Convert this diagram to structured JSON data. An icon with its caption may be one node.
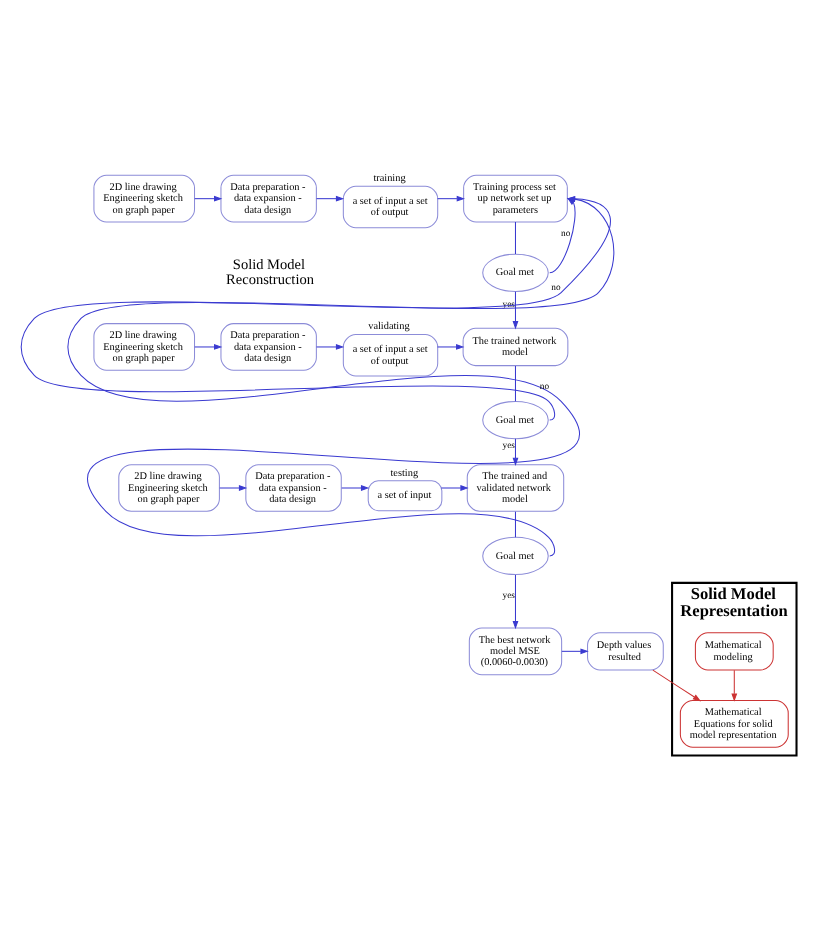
{
  "diagram": {
    "nodes": [
      {
        "text": [
          "2D line drawing Engineering sketch on graph paper"
        ]
      },
      {
        "text": [
          "Data preparation - data expansion - data design"
        ]
      },
      {
        "text": [
          "a set of input a set of output"
        ],
        "beside": [
          "training"
        ]
      },
      {
        "text": [
          "Training process set up network set up parameters"
        ]
      },
      {
        "text": [
          "Goal met"
        ]
      },
      {
        "text": [
          "2D line drawing Engineering sketch on graph paper"
        ]
      },
      {
        "text": [
          "Data preparation - data expansion - data design"
        ]
      },
      {
        "text": [
          "a set of input a set of output"
        ],
        "beside": [
          "validating"
        ]
      },
      {
        "text": [
          "The trained network model"
        ]
      },
      {
        "text": [
          "Goal met"
        ]
      },
      {
        "text": [
          "2D line drawing Engineering sketch on graph paper"
        ]
      },
      {
        "text": [
          "Data preparation - data expansion - data design"
        ]
      },
      {
        "text": [
          "a set of input"
        ],
        "beside": [
          "testing"
        ]
      },
      {
        "text": [
          "The trained and validated network model"
        ]
      },
      {
        "text": [
          "Goal met"
        ]
      },
      {
        "text": [
          "The best network model MSE (0.0060-0.0030)"
        ]
      },
      {
        "text": [
          "Depth values resulted"
        ]
      },
      {
        "text": [
          "Solid Model Representation"
        ]
      },
      {
        "text": [
          "Mathematical modeling"
        ],
        "in": 17
      },
      {
        "text": [
          "Mathematical Equations for solid model representation"
        ],
        "in": 17
      }
    ],
    "edges": [
      {
        "from": 0,
        "to": 1,
        "arrow": "to"
      },
      {
        "from": 1,
        "to": 2,
        "arrow": "to"
      },
      {
        "from": 2,
        "to": 3,
        "arrow": "to"
      },
      {
        "from": 3,
        "to": 4,
        "arrow": "none"
      },
      {
        "from": 4,
        "to": 3,
        "arrow": "to",
        "label": "no"
      },
      {
        "from": 4,
        "to": 8,
        "arrow": "to",
        "label": "yes"
      },
      {
        "from": 5,
        "to": 6,
        "arrow": "to"
      },
      {
        "from": 6,
        "to": 7,
        "arrow": "to"
      },
      {
        "from": 7,
        "to": 8,
        "arrow": "to"
      },
      {
        "from": 8,
        "to": 9,
        "arrow": "none"
      },
      {
        "from": 9,
        "to": 3,
        "arrow": "to",
        "label": "no"
      },
      {
        "from": 9,
        "to": 13,
        "arrow": "to",
        "label": "yes"
      },
      {
        "from": 10,
        "to": 11,
        "arrow": "to"
      },
      {
        "from": 11,
        "to": 12,
        "arrow": "to"
      },
      {
        "from": 12,
        "to": 13,
        "arrow": "to"
      },
      {
        "from": 13,
        "to": 14,
        "arrow": "none"
      },
      {
        "from": 14,
        "to": 3,
        "arrow": "to",
        "label": "no"
      },
      {
        "from": 14,
        "to": 15,
        "arrow": "to",
        "label": "yes"
      },
      {
        "from": 15,
        "to": 16,
        "arrow": "to"
      },
      {
        "from": 16,
        "to": 19,
        "arrow": "to",
        "color": "#cc3333"
      },
      {
        "from": 18,
        "to": 19,
        "arrow": "to",
        "color": "#cc3333"
      }
    ],
    "labels": [
      "Solid Model Reconstruction"
    ]
  }
}
